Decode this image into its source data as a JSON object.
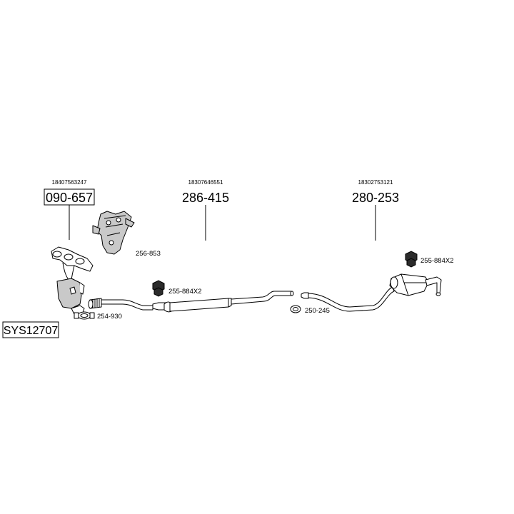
{
  "system_code": "SYS12707",
  "parts": {
    "manifold_cat": {
      "oem": "18407563247",
      "number": "090-657"
    },
    "heat_shield": {
      "number": "256-853"
    },
    "clamp_front": {
      "number": "254-930"
    },
    "nuts_front": {
      "number": "255-884X2"
    },
    "middle_pipe": {
      "oem": "18307646551",
      "number": "286-415"
    },
    "ring_middle": {
      "number": "250-245"
    },
    "rear_silencer": {
      "oem": "18302753121",
      "number": "280-253"
    },
    "nuts_rear": {
      "number": "255-884X2"
    }
  }
}
